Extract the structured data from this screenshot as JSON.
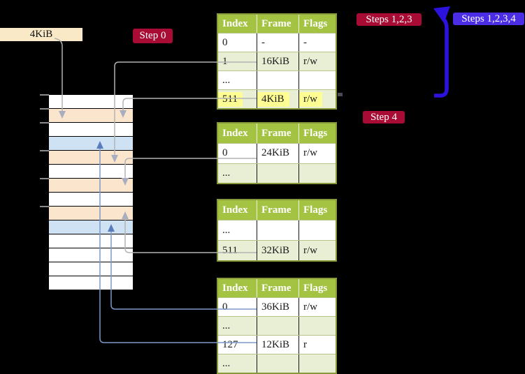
{
  "labels": {
    "size_box": "4KiB",
    "step0": "Step 0",
    "steps123": "Steps 1,2,3",
    "steps1234": "Steps 1,2,3,4",
    "step4": "Step 4"
  },
  "colors": {
    "background": "#000000",
    "box_tan": "#f9e9c6",
    "badge_red": "#a80c34",
    "badge_blue": "#4c2de6",
    "arrow_blue": "#2c12dd",
    "header_green": "#a4c343",
    "row_white": "#ffffff",
    "row_green": "#e9efd5",
    "highlight_yellow": "#fdfd93",
    "mem_white": "#ffffff",
    "mem_peach": "#fce5cd",
    "mem_blue": "#cfe2f3",
    "connector_gray": "#b3b3b3",
    "connector_blue": "#7b99c8",
    "arrowhead_gray": "#a8aec0",
    "arrowhead_blue": "#5a7cbd",
    "tick_gray": "#8c8c8c"
  },
  "memory": {
    "rows": [
      "#ffffff",
      "#fce5cd",
      "#ffffff",
      "#cfe2f3",
      "#fce5cd",
      "#ffffff",
      "#fce5cd",
      "#ffffff",
      "#fce5cd",
      "#cfe2f3",
      "#ffffff",
      "#ffffff",
      "#ffffff",
      "#ffffff"
    ]
  },
  "tables": [
    {
      "headers": [
        "Index",
        "Frame",
        "Flags"
      ],
      "rows": [
        {
          "cells": [
            "0",
            "-",
            "-"
          ]
        },
        {
          "cells": [
            "1",
            "16KiB",
            "r/w"
          ]
        },
        {
          "cells": [
            "...",
            "",
            ""
          ]
        },
        {
          "cells": [
            "511",
            "4KiB",
            "r/w"
          ],
          "highlighted": true
        }
      ]
    },
    {
      "headers": [
        "Index",
        "Frame",
        "Flags"
      ],
      "rows": [
        {
          "cells": [
            "0",
            "24KiB",
            "r/w"
          ]
        },
        {
          "cells": [
            "...",
            "",
            ""
          ]
        }
      ]
    },
    {
      "headers": [
        "Index",
        "Frame",
        "Flags"
      ],
      "rows": [
        {
          "cells": [
            "...",
            "",
            ""
          ]
        },
        {
          "cells": [
            "511",
            "32KiB",
            "r/w"
          ]
        }
      ]
    },
    {
      "headers": [
        "Index",
        "Frame",
        "Flags"
      ],
      "rows": [
        {
          "cells": [
            "0",
            "36KiB",
            "r/w"
          ]
        },
        {
          "cells": [
            "...",
            "",
            ""
          ]
        },
        {
          "cells": [
            "127",
            "12KiB",
            "r"
          ]
        },
        {
          "cells": [
            "...",
            "",
            ""
          ]
        }
      ]
    }
  ]
}
